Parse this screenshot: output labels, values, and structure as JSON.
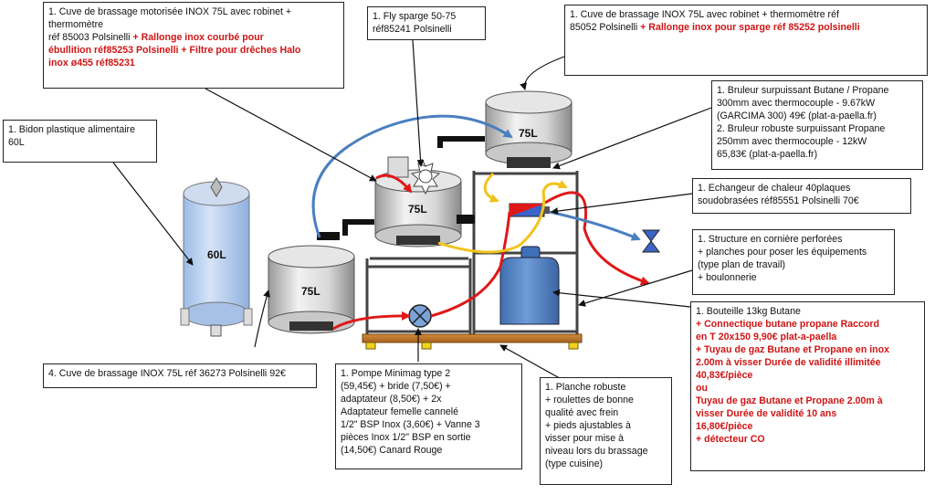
{
  "tanks": {
    "top_mash": "75L",
    "hlt": "75L",
    "boil": "75L",
    "bidon": "60L"
  },
  "boxes": {
    "motorized_mash": {
      "l1": "1. Cuve de brassage motorisée INOX 75L avec robinet +",
      "l2": "thermomètre",
      "l3a": "réf 85003 Polsinelli",
      "l3b": "+ Rallonge inox courbé pour",
      "l4": "ébullition réf85253 Polsinelli + Filtre pour drêches Halo",
      "l5": "inox ø455 réf85231"
    },
    "fly_sparge": {
      "l1": "1. Fly sparge 50-75",
      "l2": "réf85241 Polsinelli"
    },
    "hlt_tank": {
      "l1": "1. Cuve de brassage INOX 75L avec robinet + thermomètre réf",
      "l2a": "85052 Polsinelli",
      "l2b": "+ Rallonge inox pour sparge réf 85252 polsinelli"
    },
    "burner": {
      "l1": "1. Bruleur surpuissant Butane / Propane",
      "l2": "300mm avec thermocouple - 9.67kW",
      "l3": "(GARCIMA 300) 49€ (plat-a-paella.fr)",
      "l4": "2. Bruleur robuste surpuissant Propane",
      "l5": "250mm avec thermocouple - 12kW",
      "l6": "65,83€ (plat-a-paella.fr)"
    },
    "bidon": {
      "l1": "1. Bidon plastique alimentaire",
      "l2": "60L"
    },
    "exchanger": {
      "l1": "1. Echangeur de chaleur 40plaques",
      "l2": "soudobrasées réf85551 Polsinelli  70€"
    },
    "structure": {
      "l1": "1. Structure en cornière perforées",
      "l2": "+ planches pour poser les équipements",
      "l3": "(type plan de travail)",
      "l4": "+ boulonnerie"
    },
    "gas": {
      "l1": "1. Bouteille 13kg Butane",
      "l2": "+ Connectique butane propane Raccord",
      "l3": "en T 20x150 9,90€ plat-a-paella",
      "l4": "+ Tuyau de gaz Butane et Propane en inox",
      "l5": "2.00m à visser  Durée de validité illimitée",
      "l6": "40,83€/pièce",
      "l7": "ou",
      "l8": "Tuyau de gaz Butane et Propane 2.00m à",
      "l9": "visser  Durée de validité  10 ans",
      "l10": "16,80€/pièce",
      "l11": "+ détecteur CO"
    },
    "bottom_tank": {
      "l1": "4. Cuve de brassage INOX 75L réf 36273 Polsinelli  92€"
    },
    "pump": {
      "l1": "1. Pompe Minimag type 2",
      "l2": "(59,45€) + bride (7,50€) +",
      "l3": "adaptateur (8,50€) + 2x",
      "l4": "Adaptateur femelle cannelé",
      "l5": "1/2\" BSP Inox (3,60€) + Vanne 3",
      "l6": "pièces Inox 1/2\" BSP en sortie",
      "l7": "(14,50€) Canard Rouge"
    },
    "plank": {
      "l1": "1. Planche robuste",
      "l2": "+ roulettes de bonne",
      "l3": "qualité avec frein",
      "l4": "+ pieds ajustables à",
      "l5": "visser pour mise à",
      "l6": "niveau lors du brassage",
      "l7": "(type cuisine)"
    }
  }
}
